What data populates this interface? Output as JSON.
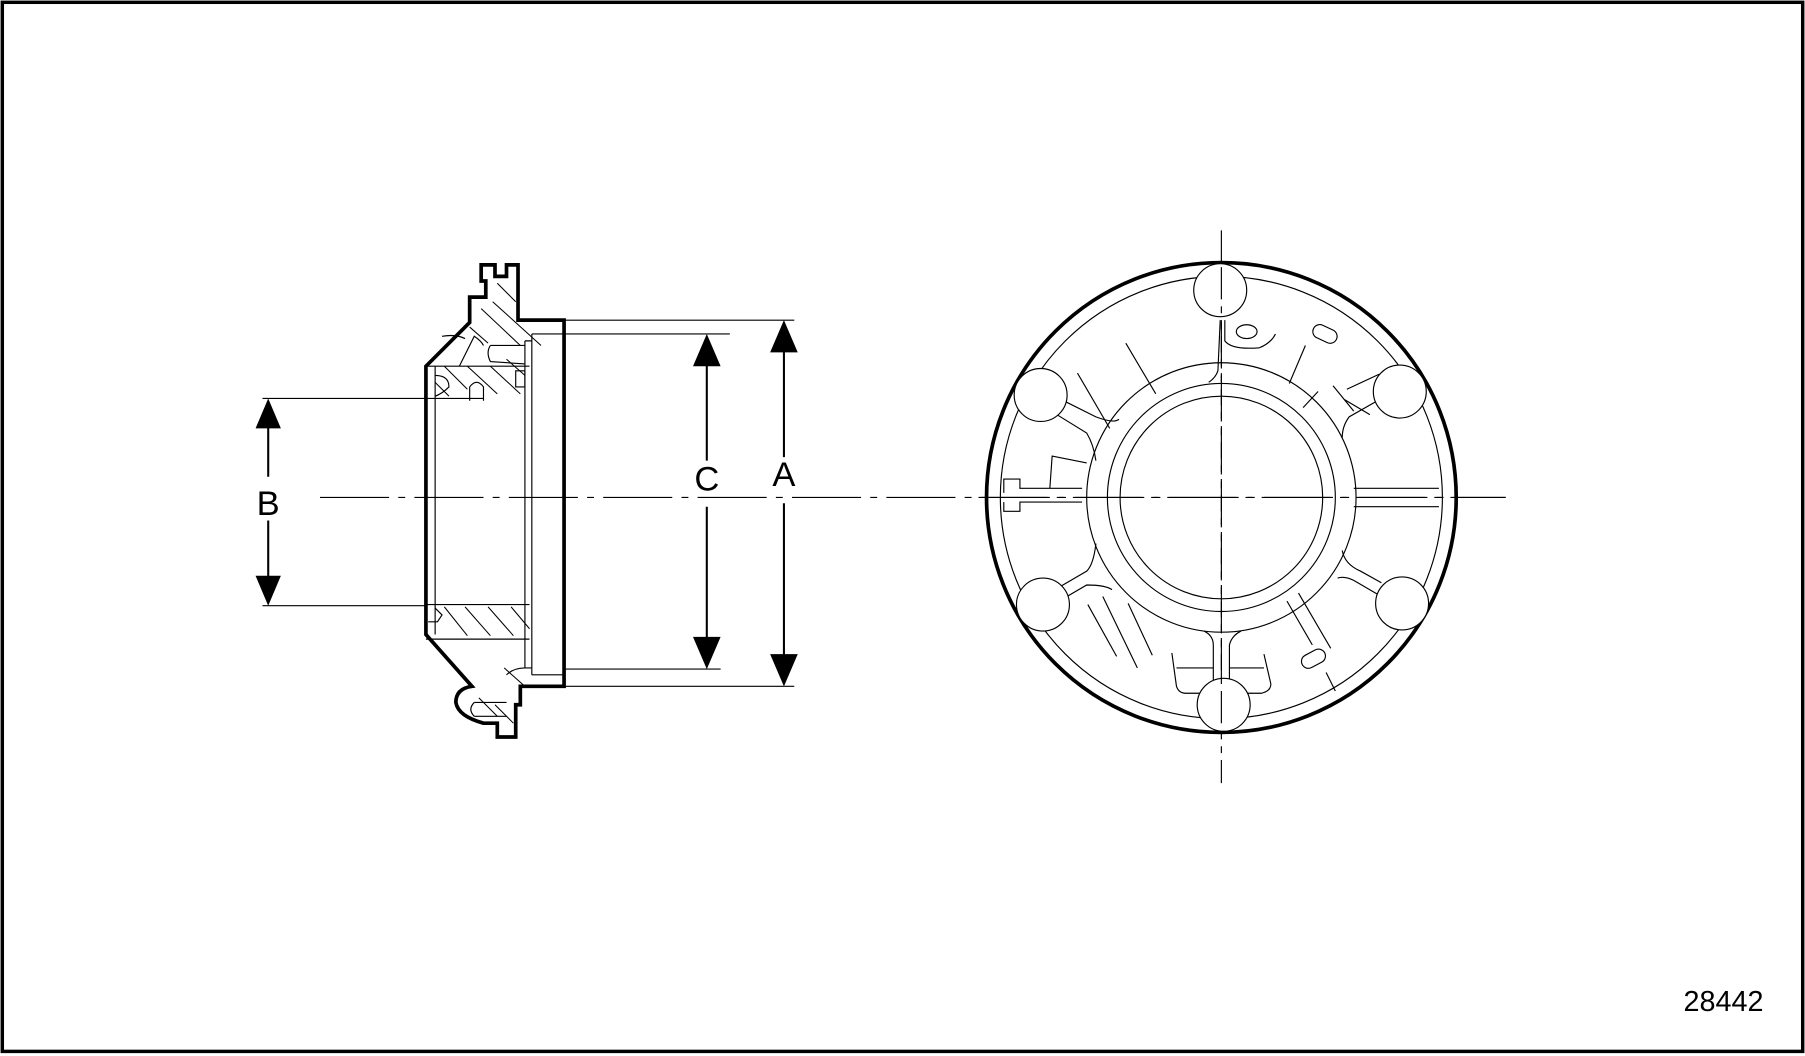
{
  "figure": {
    "number": "28442",
    "description": "Technical drawing: side cross-section and front view of a circular flange component with dimensions A, B, C"
  },
  "dimensions": {
    "A": {
      "label": "A",
      "meaning": "outer flange diameter"
    },
    "B": {
      "label": "B",
      "meaning": "bore / inner diameter"
    },
    "C": {
      "label": "C",
      "meaning": "spigot diameter"
    }
  },
  "views": {
    "section_view": {
      "label": "side-section-view"
    },
    "front_view": {
      "label": "front-view",
      "bolt_holes": 6,
      "rings": 3
    }
  },
  "colors": {
    "line": "#000000",
    "background": "#ffffff"
  }
}
